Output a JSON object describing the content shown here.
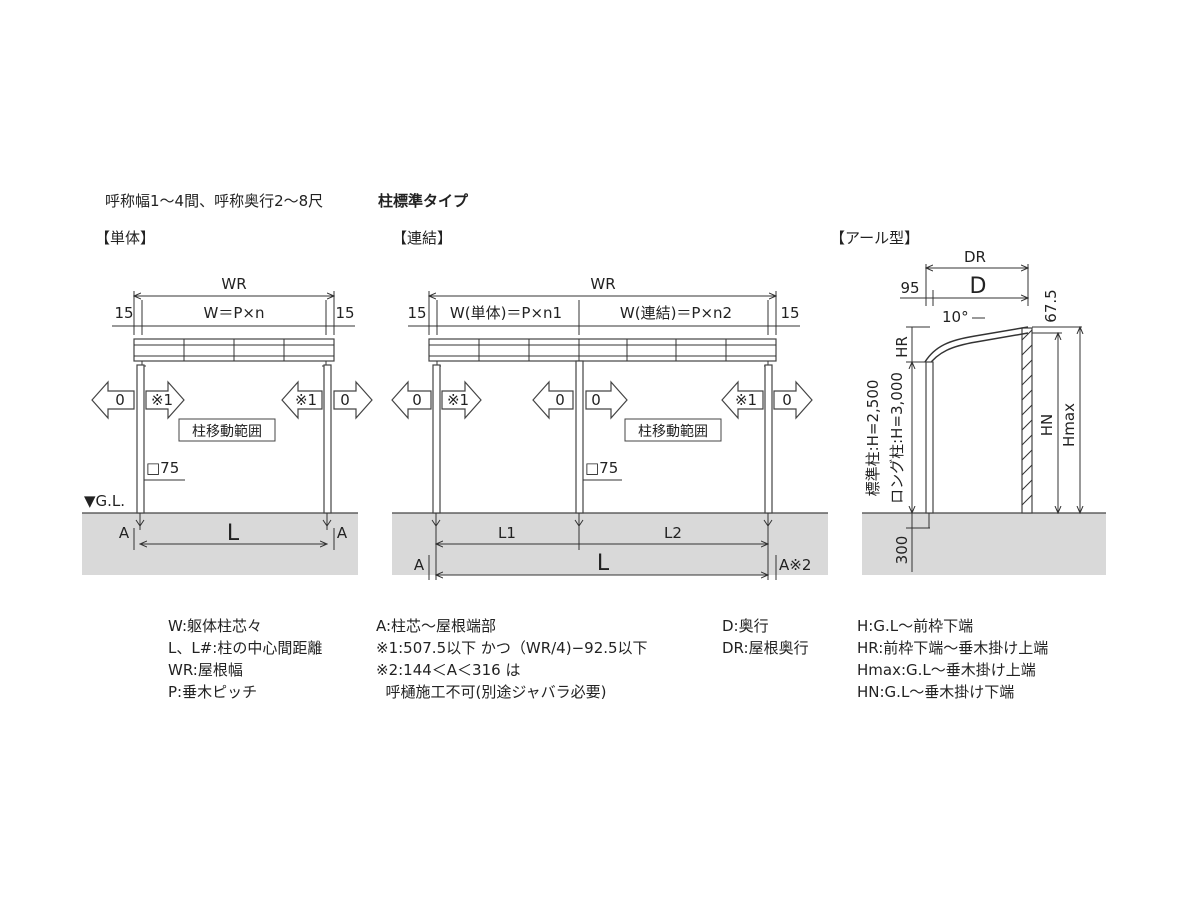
{
  "header": {
    "title_main": "呼称幅1～4間、呼称奥行2～8尺",
    "title_type": "柱標準タイプ"
  },
  "sections": {
    "single": "【単体】",
    "linked": "【連結】",
    "r_type": "【アール型】"
  },
  "single": {
    "wr": "WR",
    "w_formula": "W＝P×n",
    "left_15": "15",
    "right_15": "15",
    "arrow_left_0": "0",
    "arrow_left_note": "※1",
    "arrow_right_note": "※1",
    "arrow_right_0": "0",
    "range_label": "柱移動範囲",
    "post_size": "□75",
    "gl": "▼G.L.",
    "a_left": "A",
    "l": "L",
    "a_right": "A"
  },
  "linked": {
    "wr": "WR",
    "left_15": "15",
    "w_single": "W(単体)＝P×n1",
    "w_linked": "W(連結)＝P×n2",
    "right_15": "15",
    "arrow1_0": "0",
    "arrow1_note": "※1",
    "arrow2_0": "0",
    "arrow3_0": "0",
    "arrow4_note": "※1",
    "arrow4_0": "0",
    "range_label": "柱移動範囲",
    "post_size": "□75",
    "l1": "L1",
    "l2": "L2",
    "a_left": "A",
    "l": "L",
    "a_right": "A※2"
  },
  "r_type": {
    "dr": "DR",
    "d": "D",
    "d95": "95",
    "angle": "10°",
    "d67": "67.5",
    "hr": "HR",
    "h_std": "標準柱:H=2,500",
    "h_long": "ロング柱:H=3,000",
    "hn": "HN",
    "hmax": "Hmax",
    "d300": "300"
  },
  "legend": {
    "col1": [
      "W:躯体柱芯々",
      "L、L#:柱の中心間距離",
      "WR:屋根幅",
      "P:垂木ピッチ"
    ],
    "col2": [
      "A:柱芯～屋根端部",
      "※1:507.5以下  かつ（WR/4)−92.5以下",
      "※2:144＜A＜316  は",
      "  呼樋施工不可(別途ジャバラ必要)"
    ],
    "col3": [
      "D:奥行",
      "DR:屋根奥行"
    ],
    "col4": [
      "H:G.L～前枠下端",
      "HR:前枠下端～垂木掛け上端",
      "Hmax:G.L～垂木掛け上端",
      "HN:G.L～垂木掛け下端"
    ]
  }
}
